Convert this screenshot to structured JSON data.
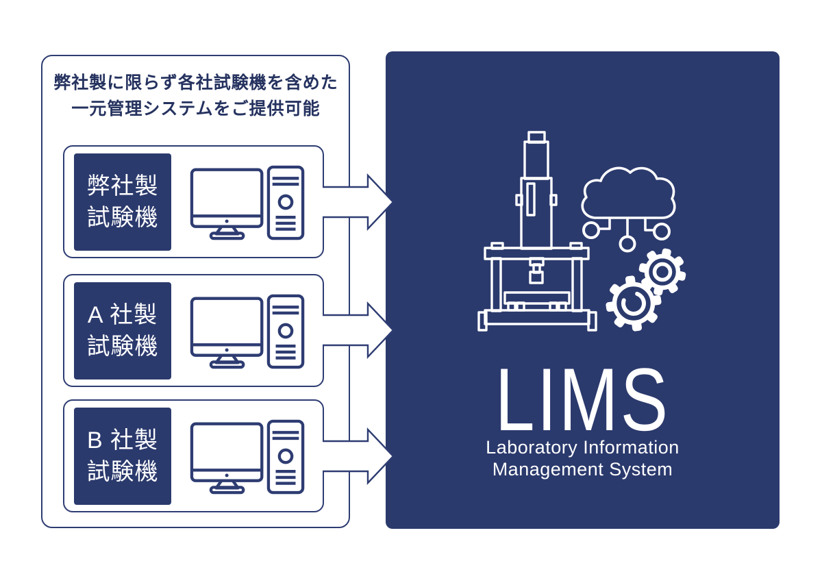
{
  "callout": {
    "line1": "弊社製に限らず各社試験機を含めた",
    "line2": "一元管理システムをご提供可能"
  },
  "machines": [
    {
      "label_line1": "弊社製",
      "label_line2": "試験機"
    },
    {
      "label_line1": "A 社製",
      "label_line2": "試験機"
    },
    {
      "label_line1": "B 社製",
      "label_line2": "試験機"
    }
  ],
  "lims": {
    "acronym": "LIMS",
    "subtitle_line1": "Laboratory Information",
    "subtitle_line2": "Management System"
  },
  "colors": {
    "navy": "#2b3a6d",
    "line_navy": "#2e3c72",
    "heading_navy": "#25325f",
    "white": "#ffffff"
  }
}
